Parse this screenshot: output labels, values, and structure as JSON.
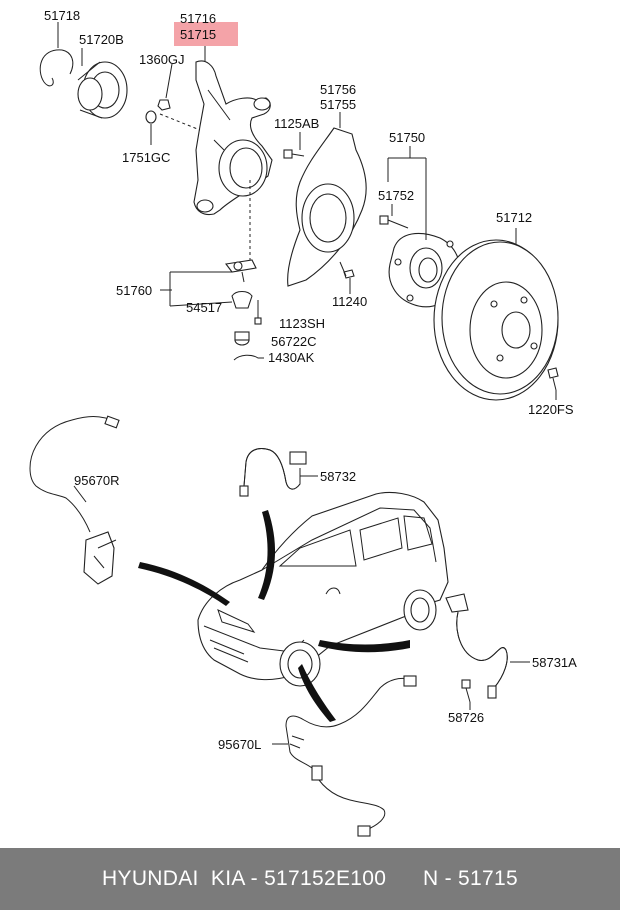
{
  "colors": {
    "highlight": "#f4a3a8",
    "footer_bg": "#7b7b7b",
    "footer_text": "#ffffff",
    "line": "#222222"
  },
  "labels": {
    "p51718": "51718",
    "p51720B": "51720B",
    "p51716": "51716",
    "p51715": "51715",
    "p1360GJ": "1360GJ",
    "p1751GC": "1751GC",
    "p51756": "51756",
    "p51755": "51755",
    "p1125AB": "1125AB",
    "p51750": "51750",
    "p51752": "51752",
    "p51712": "51712",
    "p51760": "51760",
    "p54517": "54517",
    "p11240": "11240",
    "p1123SH": "1123SH",
    "p56722C": "56722C",
    "p1430AK": "1430AK",
    "p1220FS": "1220FS",
    "p95670R": "95670R",
    "p58732": "58732",
    "p58731A": "58731A",
    "p58726": "58726",
    "p95670L": "95670L"
  },
  "footer": {
    "brand": "HYUNDAI  KIA - 517152E100",
    "number": "N - 51715"
  }
}
